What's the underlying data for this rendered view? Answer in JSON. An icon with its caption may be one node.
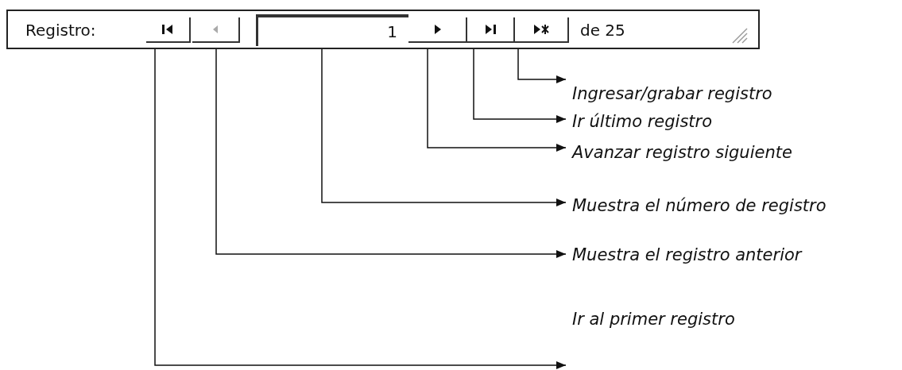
{
  "diagram": {
    "nodes": [
      {
        "text": [
          "Registro:",
          "de 25"
        ]
      },
      {
        "text": [],
        "shape": "box",
        "in": 0
      },
      {
        "text": [],
        "shape": "box",
        "in": 0
      },
      {
        "text": [
          "1"
        ],
        "in": 0
      },
      {
        "text": [],
        "shape": "box",
        "in": 0
      },
      {
        "text": [],
        "shape": "box",
        "in": 0
      },
      {
        "text": [],
        "shape": "box",
        "in": 0
      },
      {
        "text": [
          "Ingresar/grabar registro"
        ]
      },
      {
        "text": [
          "Ir último registro"
        ]
      },
      {
        "text": [
          "Avanzar registro siguiente"
        ]
      },
      {
        "text": [
          "Muestra el número de registro"
        ]
      },
      {
        "text": [
          "Muestra el registro anterior"
        ]
      },
      {
        "text": [
          "Ir al primer registro"
        ]
      }
    ],
    "edges": [
      {
        "from": 6,
        "to": 7,
        "arrow": "to"
      },
      {
        "from": 5,
        "to": 8,
        "arrow": "to"
      },
      {
        "from": 4,
        "to": 9,
        "arrow": "to"
      },
      {
        "from": 3,
        "to": 10,
        "arrow": "to"
      },
      {
        "from": 2,
        "to": 11,
        "arrow": "to"
      },
      {
        "from": 1,
        "to": 12,
        "arrow": "to"
      }
    ]
  }
}
